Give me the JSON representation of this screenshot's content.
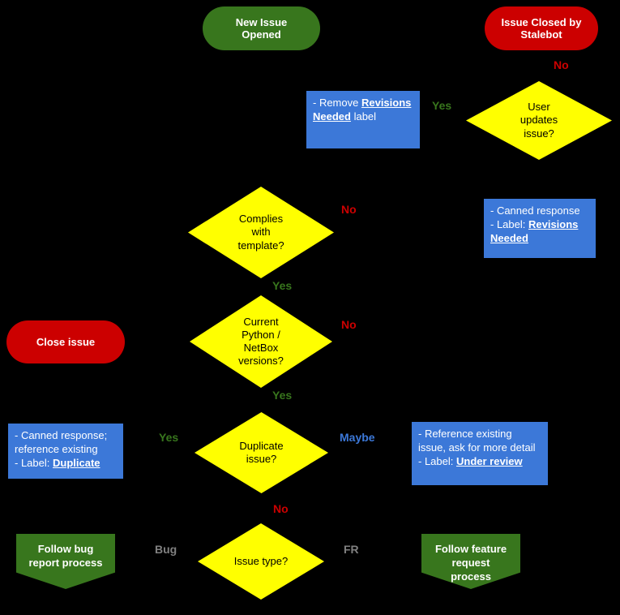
{
  "title": "Issue triage flowchart",
  "colors": {
    "background": "#000000",
    "terminator_green": "#38761d",
    "terminator_red": "#cc0000",
    "decision_yellow": "#ffff00",
    "note_blue": "#3c78d8",
    "process_green": "#38761d",
    "label_yes": "#38761d",
    "label_no": "#cc0000",
    "label_maybe": "#3c78d8",
    "label_branch_gray": "#808080"
  },
  "terminators": {
    "new_issue": "New Issue Opened",
    "stalebot": "Issue Closed by Stalebot",
    "close_issue": "Close issue"
  },
  "decisions": {
    "user_updates": "User updates issue?",
    "complies": "Complies with template?",
    "versions": "Current Python / NetBox versions?",
    "duplicate": "Duplicate issue?",
    "issue_type": "Issue type?"
  },
  "notes": {
    "remove_revisions": {
      "prefix": "- Remove ",
      "emphasis": "Revisions Needed",
      "suffix": " label"
    },
    "canned_revisions": {
      "line1": "- Canned response",
      "line2_prefix": "- Label: ",
      "emphasis": "Revisions Needed"
    },
    "canned_duplicate": {
      "line1": "- Canned response; reference existing",
      "line2_prefix": "- Label: ",
      "emphasis": "Duplicate"
    },
    "reference_existing": {
      "line1": "- Reference existing issue, ask for more detail",
      "line2_prefix": "- Label: ",
      "emphasis": "Under review"
    }
  },
  "processes": {
    "bug": "Follow bug report process",
    "feature": "Follow feature request process"
  },
  "edge_labels": {
    "stalebot_no": "No",
    "user_updates_yes": "Yes",
    "complies_no": "No",
    "complies_yes": "Yes",
    "versions_no": "No",
    "versions_yes": "Yes",
    "duplicate_yes": "Yes",
    "duplicate_maybe": "Maybe",
    "duplicate_no": "No",
    "branch_bug": "Bug",
    "branch_fr": "FR"
  }
}
